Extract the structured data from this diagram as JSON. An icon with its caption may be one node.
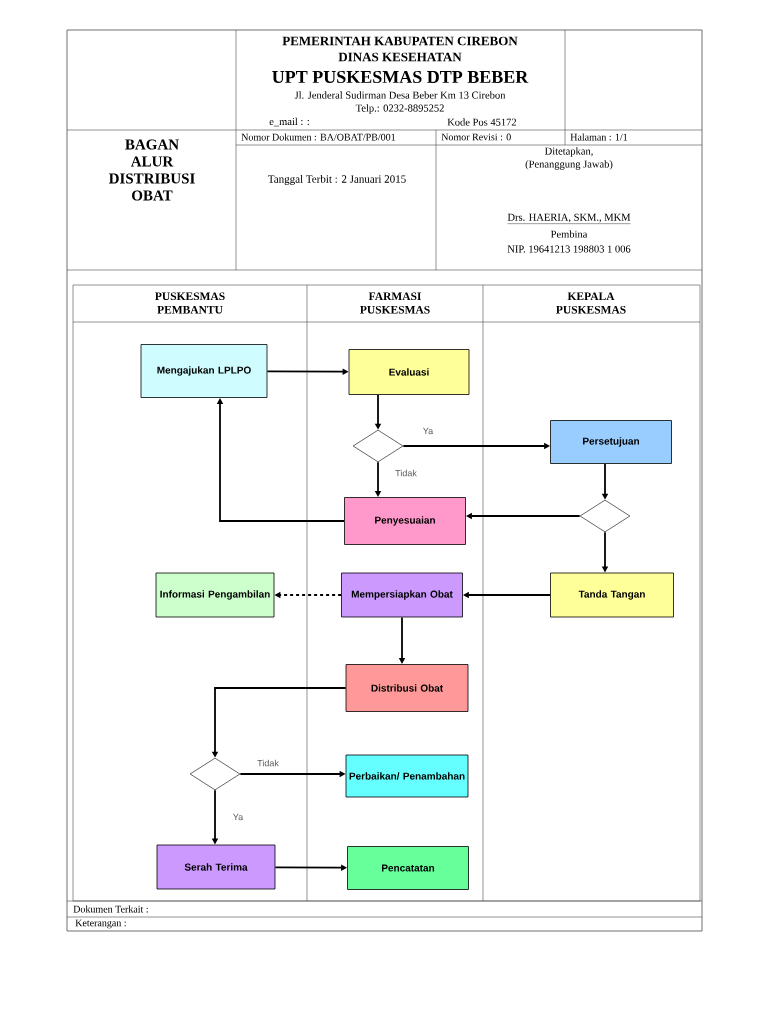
{
  "diagram": {
    "title": "BAGAN ALUR DISTRIBUSI OBAT",
    "nodes": [
      {
        "text": [
          "Mengajukan LPLPO"
        ]
      },
      {
        "text": [
          "Evaluasi"
        ]
      },
      {
        "text": [],
        "shape": "diamond"
      },
      {
        "text": [
          "Persetujuan"
        ]
      },
      {
        "text": [
          "Penyesuaian"
        ]
      },
      {
        "text": [],
        "shape": "diamond"
      },
      {
        "text": [
          "Informasi Pengambilan"
        ]
      },
      {
        "text": [
          "Mempersiapkan Obat"
        ]
      },
      {
        "text": [
          "Tanda Tangan"
        ]
      },
      {
        "text": [
          "Distribusi Obat"
        ]
      },
      {
        "text": [],
        "shape": "diamond"
      },
      {
        "text": [
          "Perbaikan/ Penambahan"
        ]
      },
      {
        "text": [
          "Serah Terima"
        ]
      },
      {
        "text": [
          "Pencatatan"
        ]
      }
    ],
    "edges": [
      {
        "from": 0,
        "to": 1,
        "arrow": "to"
      },
      {
        "from": 1,
        "to": 2,
        "arrow": "to"
      },
      {
        "from": 2,
        "to": 3,
        "arrow": "to",
        "label": "Ya"
      },
      {
        "from": 2,
        "to": 4,
        "arrow": "to",
        "label": "Tidak"
      },
      {
        "from": 3,
        "to": 5,
        "arrow": "to"
      },
      {
        "from": 5,
        "to": 4,
        "arrow": "to"
      },
      {
        "from": 4,
        "to": 0,
        "arrow": "to"
      },
      {
        "from": 5,
        "to": 8,
        "arrow": "to"
      },
      {
        "from": 8,
        "to": 7,
        "arrow": "to"
      },
      {
        "from": 7,
        "to": 6,
        "arrow": "to",
        "style": "dashed"
      },
      {
        "from": 7,
        "to": 9,
        "arrow": "to"
      },
      {
        "from": 9,
        "to": 10,
        "arrow": "to"
      },
      {
        "from": 10,
        "to": 11,
        "arrow": "to",
        "label": "Tidak"
      },
      {
        "from": 10,
        "to": 12,
        "arrow": "to",
        "label": "Ya"
      },
      {
        "from": 12,
        "to": 13,
        "arrow": "to"
      }
    ],
    "labels": [
      "PEMERINTAH KABUPATEN CIREBON",
      "DINAS KESEHATAN",
      "UPT PUSKESMAS DTP BEBER",
      "Jl. Jenderal Sudirman Desa Beber Km 13 Cirebon",
      "Telp.: 0232-8895252",
      "e_mail : :",
      "Kode Pos 45172",
      "Nomor Dokumen : BA/OBAT/PB/001",
      "Nomor Revisi : 0",
      "Halaman : 1/1",
      "Tanggal Terbit : 2 Januari 2015",
      "Ditetapkan,",
      "(Penanggung Jawab)",
      "Drs. HAERIA, SKM., MKM",
      "Pembina",
      "NIP. 19641213 198803 1 006",
      "PUSKESMAS PEMBANTU",
      "FARMASI PUSKESMAS",
      "KEPALA PUSKESMAS",
      "Dokumen Terkait :",
      "Keterangan :"
    ]
  }
}
